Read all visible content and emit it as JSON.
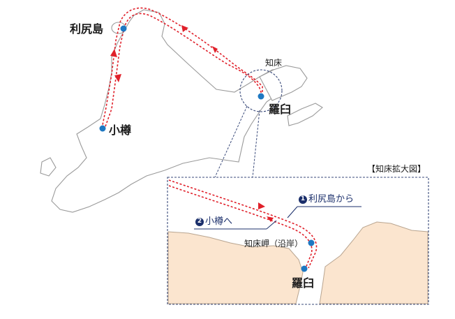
{
  "places": {
    "rishiri": "利尻島",
    "otaru": "小樽",
    "shiretoko": "知床",
    "rausu": "羅臼",
    "inset_rausu": "羅臼",
    "shiretoko_misaki": "知床岬（沿岸）"
  },
  "inset": {
    "title": "【知床拡大図】"
  },
  "routes": {
    "from_rishiri": {
      "num": "1",
      "label": "利尻島から"
    },
    "to_otaru": {
      "num": "2",
      "label": "小樽へ"
    }
  },
  "colors": {
    "route": "#e0202a",
    "point": "#1e78c2",
    "land_main": "#ffffff",
    "land_outline": "#9a9a9a",
    "inset_land": "#fbe5cf",
    "inset_border": "#3a4a7a",
    "callout_text": "#1b2f6b"
  }
}
